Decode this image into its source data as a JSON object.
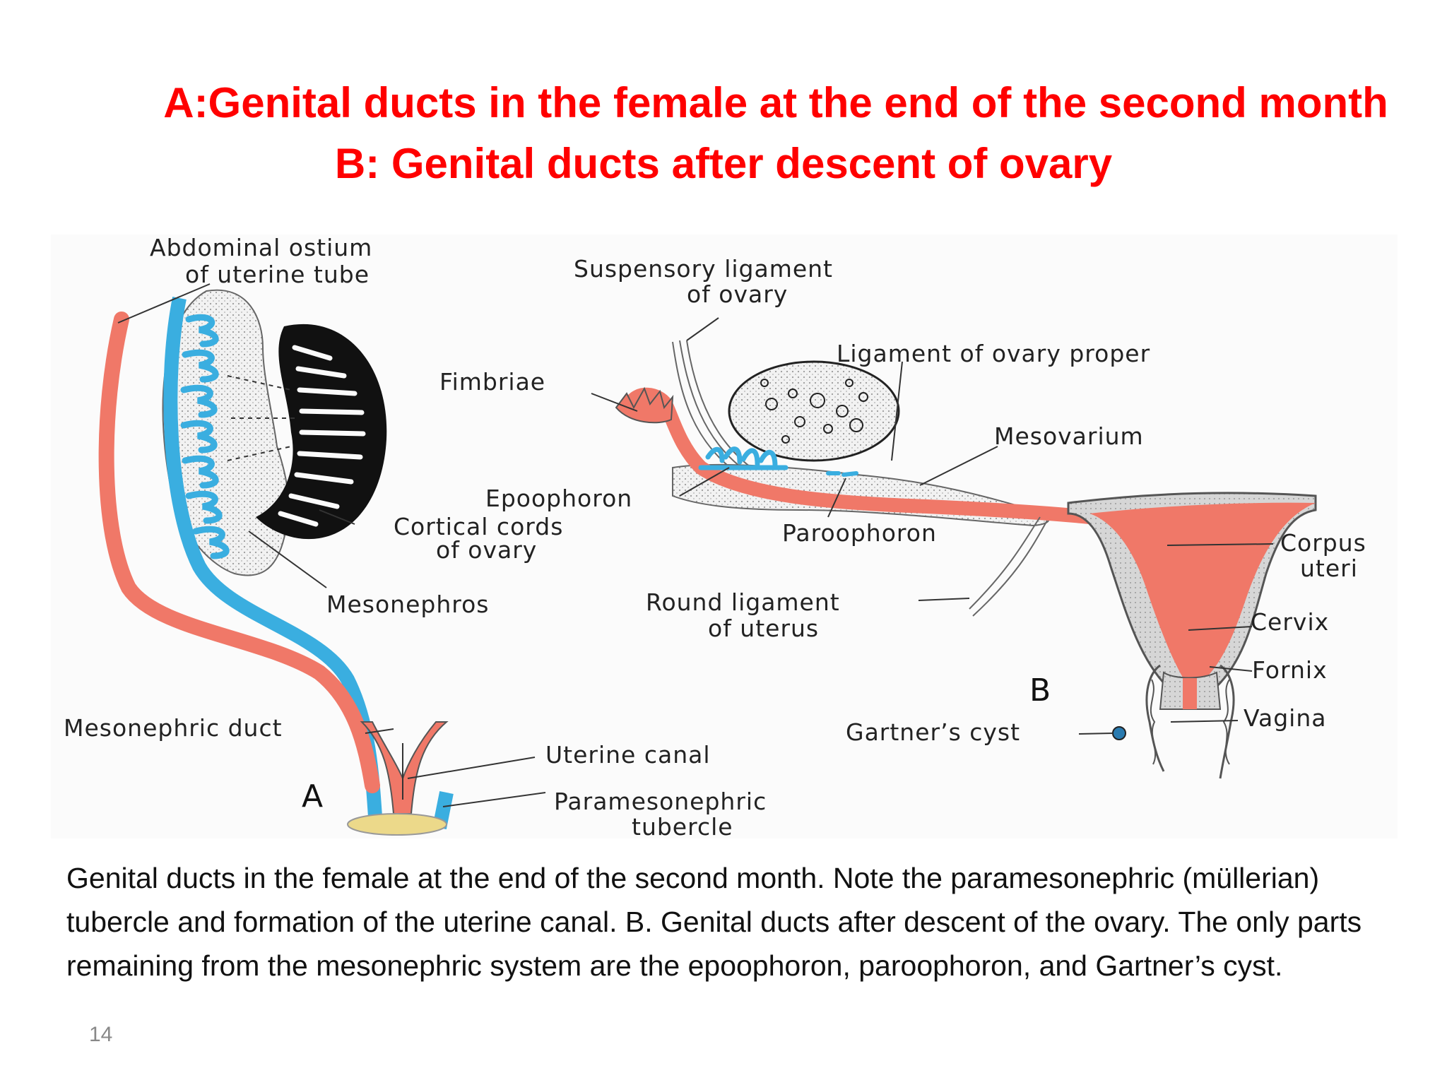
{
  "slide": {
    "title_a": "A:Genital ducts in the female at the end of the second month",
    "title_b": "B: Genital ducts after descent of ovary",
    "caption": "Genital ducts in the female at the end of the second month. Note the paramesonephric (müllerian) tubercle and formation of the uterine canal. B. Genital ducts after descent of the ovary. The only parts remaining from the  mesonephric system are the epoophoron, paroophoron, and Gartner’s cyst.",
    "page_number": "14"
  },
  "figure": {
    "panel_a": {
      "letter": "A",
      "labels": {
        "abdominal_ostium_1": "Abdominal ostium",
        "abdominal_ostium_2": "of uterine tube",
        "cortical_cords_1": "Cortical cords",
        "cortical_cords_2": "of ovary",
        "mesonephros": "Mesonephros",
        "mesonephric_duct": "Mesonephric duct",
        "uterine_canal": "Uterine canal",
        "paramesonephric_tubercle_1": "Paramesonephric",
        "paramesonephric_tubercle_2": "tubercle"
      }
    },
    "panel_b": {
      "letter": "B",
      "labels": {
        "suspensory_1": "Suspensory ligament",
        "suspensory_2": "of ovary",
        "ligament_ovary_proper": "Ligament of ovary proper",
        "fimbriae": "Fimbriae",
        "mesovarium": "Mesovarium",
        "epoophoron": "Epoophoron",
        "paroophoron": "Paroophoron",
        "corpus_uteri_1": "Corpus",
        "corpus_uteri_2": "uteri",
        "round_ligament_1": "Round ligament",
        "round_ligament_2": "of uterus",
        "cervix": "Cervix",
        "fornix": "Fornix",
        "vagina": "Vagina",
        "gartners_cyst": "Gartner’s cyst"
      }
    },
    "colors": {
      "paramesonephric_duct": "#f07868",
      "mesonephric_duct": "#3aaee0",
      "ovary_cortex": "#111111",
      "tubercle": "#ecd98a",
      "stroma": "#d8d8d8"
    }
  }
}
